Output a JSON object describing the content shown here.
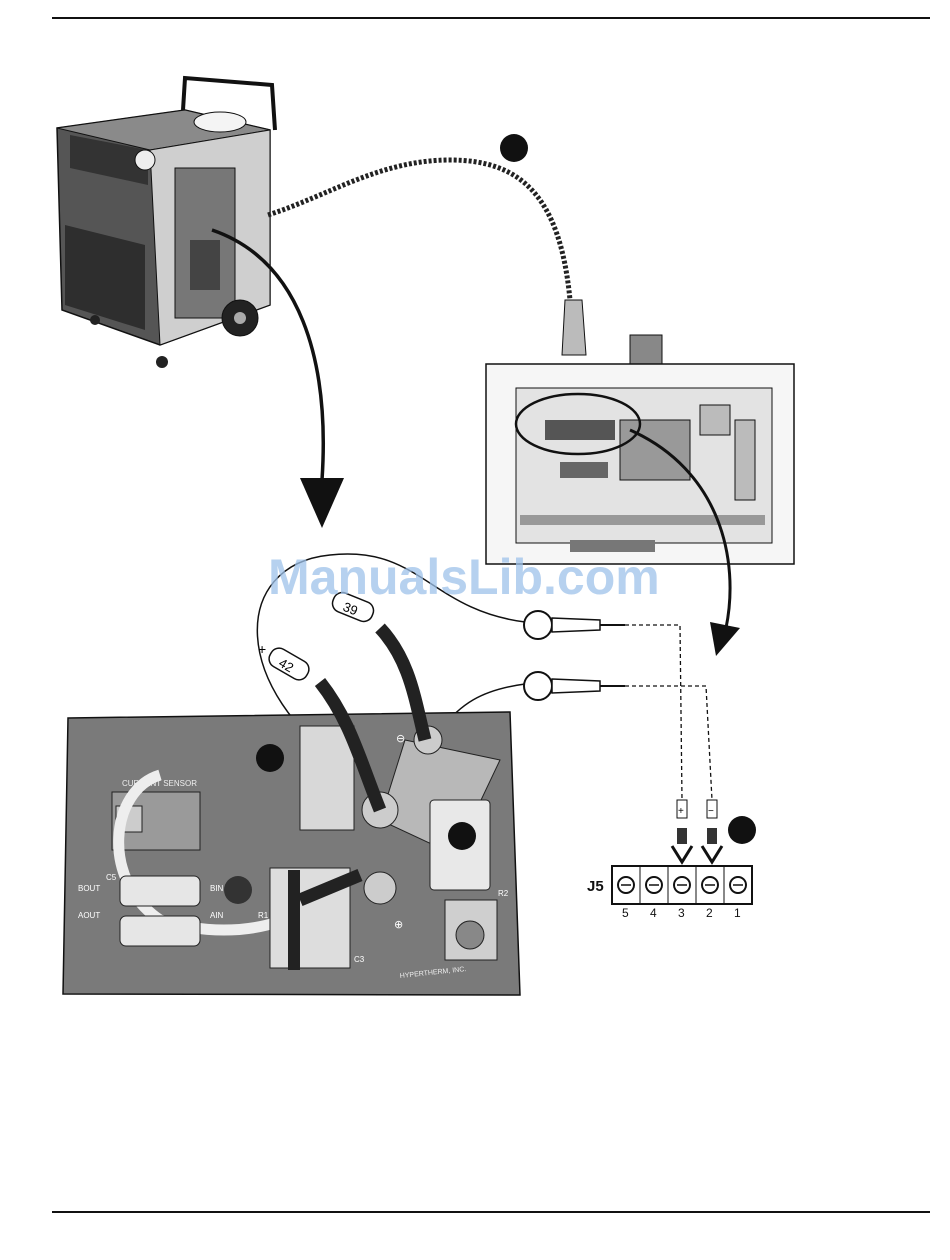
{
  "header": {
    "rule": "top-rule"
  },
  "footer": {
    "rule": "bottom-rule"
  },
  "watermark": "ManualsLib.com",
  "wire_labels": {
    "wire_39": "39",
    "wire_42": "42",
    "plus_sign": "+"
  },
  "terminal_block": {
    "label": "J5",
    "pins": [
      "5",
      "4",
      "3",
      "2",
      "1"
    ],
    "plus": "+",
    "minus": "−"
  },
  "pcb_markings": {
    "current_sensor": "CURRENT SENSOR",
    "bout": "BOUT",
    "aout": "AOUT",
    "bin": "BIN",
    "ain": "AIN",
    "c5": "C5",
    "c3": "C3",
    "r1": "R1",
    "r2": "R2",
    "minus": "⊖",
    "plus": "⊕",
    "vendor": "HYPERTHERM, INC."
  },
  "colors": {
    "ink": "#111111",
    "board": "#7a7a7a",
    "watermark": "#9ec2ea"
  }
}
